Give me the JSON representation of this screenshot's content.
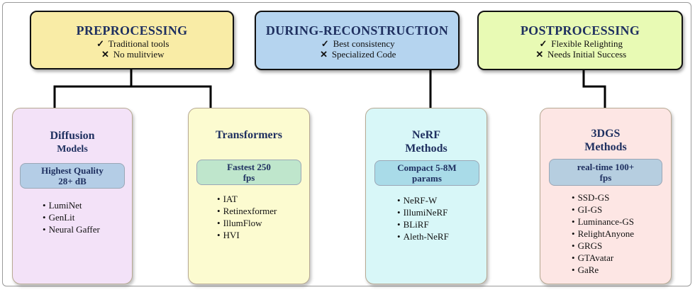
{
  "stages": [
    {
      "title": "PREPROCESSING",
      "pro": "Traditional tools",
      "con": "No mulitview",
      "color": "#f9eca6"
    },
    {
      "title": "DURING-RECONSTRUCTION",
      "pro": "Best consistency",
      "con": "Specialized Code",
      "color": "#b5d4ef"
    },
    {
      "title": "POSTPROCESSING",
      "pro": "Flexible Relighting",
      "con": "Needs Initial Success",
      "color": "#e8fab4"
    }
  ],
  "marks": {
    "check": "✓",
    "cross": "✕"
  },
  "cards": [
    {
      "title_line1": "Diffusion",
      "title_line2": "Models",
      "badge_line1": "Highest Quality",
      "badge_line2": "28+ dB",
      "items": [
        "LumiNet",
        "GenLit",
        "Neural Gaffer"
      ],
      "color": "#f3e2f8",
      "badge_color": "#b4cde6"
    },
    {
      "title_line1": "Transformers",
      "title_line2": "",
      "badge_line1": "Fastest 250",
      "badge_line2": "fps",
      "items": [
        "IAT",
        "Retinexformer",
        "IllumFlow",
        "HVI"
      ],
      "color": "#fcfbd0",
      "badge_color": "#bfe6cc"
    },
    {
      "title_line1": "NeRF",
      "title_line2": "Methods",
      "badge_line1": "Compact 5-8M",
      "badge_line2": "params",
      "items": [
        "NeRF-W",
        "IllumiNeRF",
        "BLiRF",
        "Aleth-NeRF"
      ],
      "color": "#d8f7f8",
      "badge_color": "#a9dbe8"
    },
    {
      "title_line1": "3DGS",
      "title_line2": "Methods",
      "badge_line1": "real-time 100+",
      "badge_line2": "fps",
      "items": [
        "SSD-GS",
        "GI-GS",
        "Luminance-GS",
        "RelightAnyone",
        "GRGS",
        "GTAvatar",
        "GaRe"
      ],
      "color": "#fde6e4",
      "badge_color": "#b6cee0"
    }
  ]
}
